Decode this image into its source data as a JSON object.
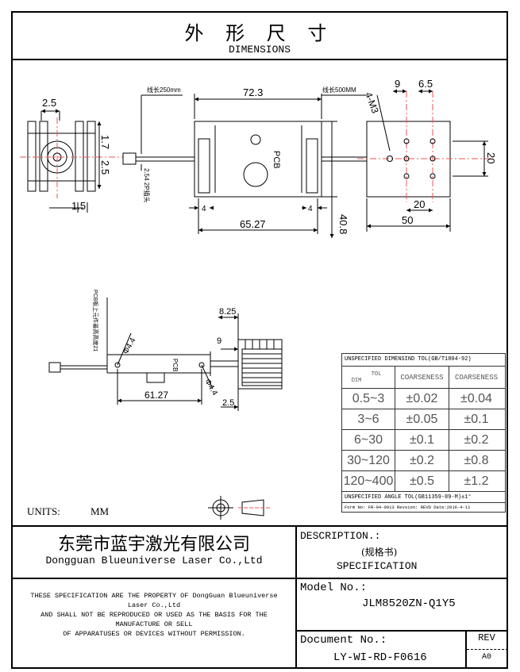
{
  "header": {
    "title_cn": "外 形 尺 寸",
    "title_en": "DIMENSIONS"
  },
  "drawing": {
    "dims": {
      "d2_5a": "2.5",
      "d1_7": "1.7",
      "d2_5b": "2.5",
      "d1_5": "1.5",
      "d72_3": "72.3",
      "d4a": "4",
      "d4b": "4",
      "d65_27": "65.27",
      "d40_8": "40.8",
      "d9": "9",
      "d6_5": "6.5",
      "d20a": "20",
      "d20b": "20",
      "d50": "50",
      "m3": "4-M3",
      "d8_25": "8.25",
      "d9b": "9",
      "d61_27": "61.27",
      "d2_5c": "2.5",
      "phi4_4a": "Φ4.4",
      "phi4_4b": "Φ4.4"
    },
    "notes": {
      "wire250": "线长250mm",
      "wire500": "线长500MM",
      "connector": "2.54 2P插头",
      "pcb": "PCB",
      "pcb2": "PCB",
      "pcb_note": "PCB板上元件最高高度21"
    }
  },
  "units": {
    "label": "UNITS:",
    "value": "MM"
  },
  "tolerance": {
    "title": "UNSPECIFIED DIMENSIND TOL(GB/T1804-92)",
    "col_tol": "TOL",
    "col_dim": "DIM",
    "col_a": "COARSENESS",
    "col_b": "COARSENESS",
    "rows": [
      {
        "range": "0.5~3",
        "a": "±0.02",
        "b": "±0.04"
      },
      {
        "range": "3~6",
        "a": "±0.05",
        "b": "±0.1"
      },
      {
        "range": "6~30",
        "a": "±0.1",
        "b": "±0.2"
      },
      {
        "range": "30~120",
        "a": "±0.2",
        "b": "±0.8"
      },
      {
        "range": "120~400",
        "a": "±0.5",
        "b": "±1.2"
      }
    ],
    "angle": "UNSPECIFIED ANGLE TOL(GB11359-89-M)±1°",
    "form": "Form No: FR-04-0013 Revsion: REVO  Date:2016-4-11"
  },
  "company": {
    "name_cn": "东莞市蓝宇激光有限公司",
    "name_en": "Dongguan Blueuniverse Laser Co.,Ltd"
  },
  "description": {
    "label": "DESCRIPTION.:",
    "cn": "(规格书)",
    "en": "SPECIFICATION"
  },
  "notice": {
    "line1": "THESE SPECIFICATION ARE THE PROPERTY OF DongGuan Blueuniverse",
    "line2": "Laser Co.,Ltd",
    "line3": "AND SHALL NOT BE REPRODUCED OR USED AS THE BASIS FOR THE",
    "line4": "MANUFACTURE OR SELL",
    "line5": "OF APPARATUSES OR DEVICES WITHOUT PERMISSION."
  },
  "model": {
    "label": "Model No.:",
    "value": "JLM8520ZN-Q1Y5"
  },
  "document": {
    "label": "Document No.:",
    "value": "LY-WI-RD-F0616"
  },
  "rev": {
    "label": "REV",
    "value": "A0"
  }
}
